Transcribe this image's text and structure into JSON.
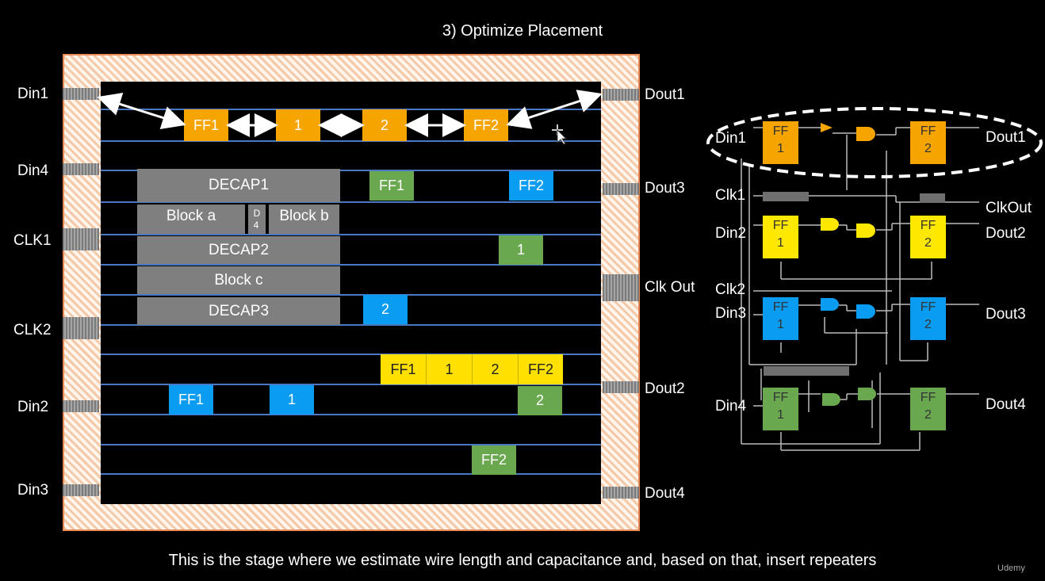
{
  "title": "3) Optimize Placement",
  "caption": "This is the stage where we estimate wire length and capacitance and, based on that, insert repeaters",
  "watermark": "Udemy",
  "layout": {
    "left_pins": {
      "din1": "Din1",
      "din4": "Din4",
      "clk1": "CLK1",
      "clk2": "CLK2",
      "din2": "Din2",
      "din3": "Din3"
    },
    "right_pins": {
      "dout1": "Dout1",
      "dout3": "Dout3",
      "clkout": "Clk Out",
      "dout2": "Dout2",
      "dout4": "Dout4"
    },
    "blocks": {
      "decap1": "DECAP1",
      "block_a": "Block a",
      "d4": "D\n4",
      "block_b": "Block b",
      "decap2": "DECAP2",
      "block_c": "Block c",
      "decap3": "DECAP3"
    },
    "orange_cells": [
      "FF1",
      "1",
      "2",
      "FF2"
    ],
    "green_cells": {
      "ff1": "FF1",
      "one": "1",
      "two": "2",
      "ff2": "FF2"
    },
    "blue_cells": {
      "ff2": "FF2",
      "two": "2",
      "ff1": "FF1",
      "one": "1"
    },
    "yellow_cells": [
      "FF1",
      "1",
      "2",
      "FF2"
    ]
  },
  "schematic": {
    "left_labels": {
      "din1": "Din1",
      "clk1": "Clk1",
      "din2": "Din2",
      "clk2": "Clk2",
      "din3": "Din3",
      "din4": "Din4"
    },
    "right_labels": {
      "dout1": "Dout1",
      "clkout": "ClkOut",
      "dout2": "Dout2",
      "dout3": "Dout3",
      "dout4": "Dout4"
    },
    "ff_top": "FF",
    "ff_one": "1",
    "ff_two": "2",
    "colors": {
      "orange": "#f5a400",
      "yellow": "#ffe800",
      "blue": "#0a9cf0",
      "green": "#6aa84f"
    }
  }
}
